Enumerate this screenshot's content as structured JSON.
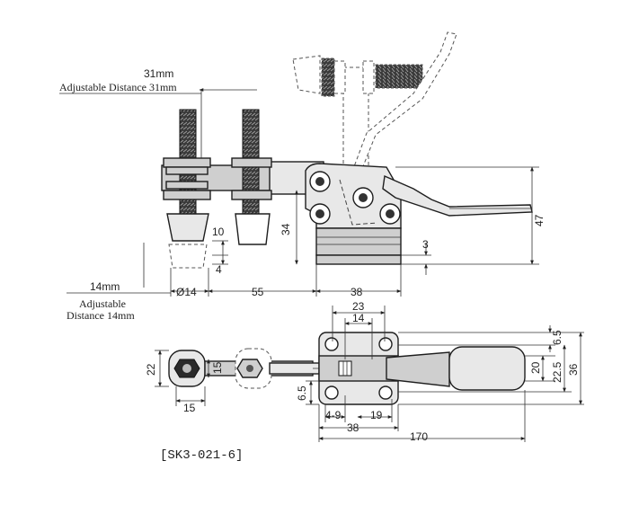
{
  "annotations": {
    "top_dim_short": "31mm",
    "top_dim_long": "Adjustable Distance 31mm",
    "left_dim_short": "14mm",
    "left_dim_long_line1": "Adjustable",
    "left_dim_long_line2": "Distance 14mm"
  },
  "side_view": {
    "dims": {
      "d10": "10",
      "d4": "4",
      "d34": "34",
      "d3": "3",
      "d47": "47",
      "d14dia": "Ø14",
      "d55": "55",
      "d38": "38"
    }
  },
  "top_view": {
    "dims": {
      "d23": "23",
      "d14": "14",
      "d22": "22",
      "d15v": "15",
      "d15h": "15",
      "d6_5l": "6.5",
      "d4_9": "4-9",
      "d19": "19",
      "d38": "38",
      "d170": "170",
      "d6_5r": "6.5",
      "d20": "20",
      "d22_5": "22.5",
      "d36": "36"
    }
  },
  "model_code": "[SK3-021-6]"
}
